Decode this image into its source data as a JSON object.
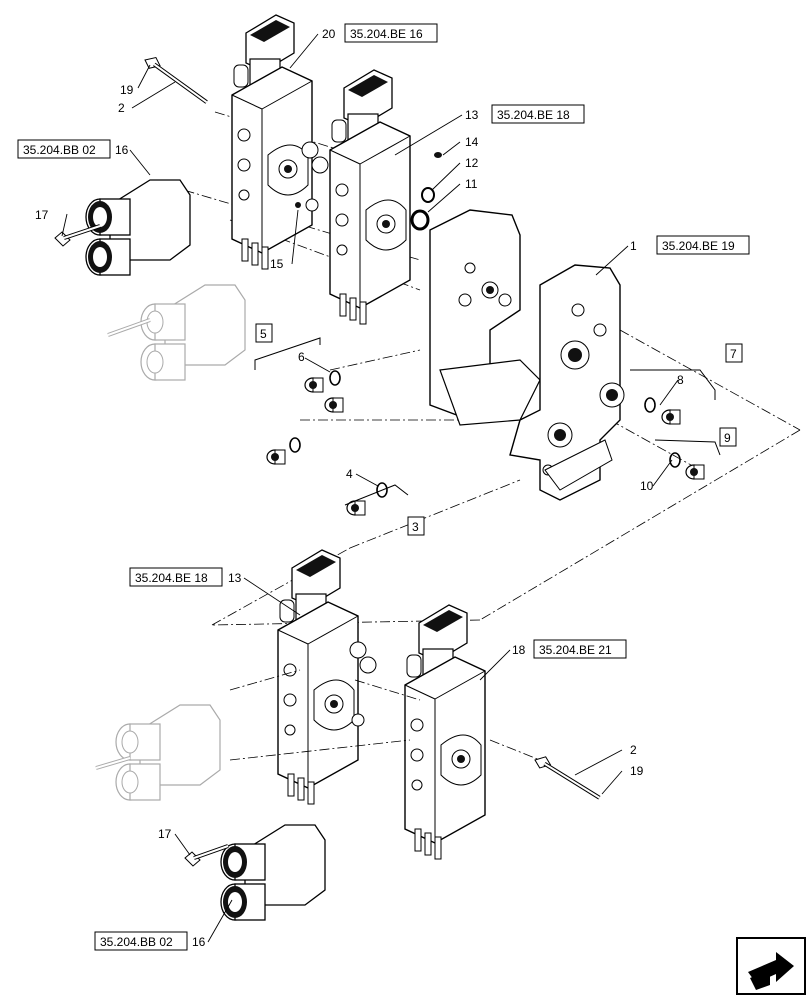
{
  "refs": {
    "be16": "35.204.BE 16",
    "be18_top": "35.204.BE 18",
    "bb02_top": "35.204.BB 02",
    "be19": "35.204.BE 19",
    "be18_bottom": "35.204.BE 18",
    "be21": "35.204.BE 21",
    "bb02_bottom": "35.204.BB 02"
  },
  "callouts": {
    "n20": "20",
    "n19a": "19",
    "n2a": "2",
    "n13a": "13",
    "n14": "14",
    "n12": "12",
    "n11": "11",
    "n16a": "16",
    "n17a": "17",
    "n15": "15",
    "n1": "1",
    "n6": "6",
    "n8": "8",
    "n4": "4",
    "n10": "10",
    "n13b": "13",
    "n18": "18",
    "n2b": "2",
    "n19b": "19",
    "n17b": "17",
    "n16b": "16"
  },
  "boxed_callouts": {
    "b5": "5",
    "b7": "7",
    "b9": "9",
    "b3": "3"
  },
  "icons": {
    "nav": "next-page-arrow-icon"
  }
}
